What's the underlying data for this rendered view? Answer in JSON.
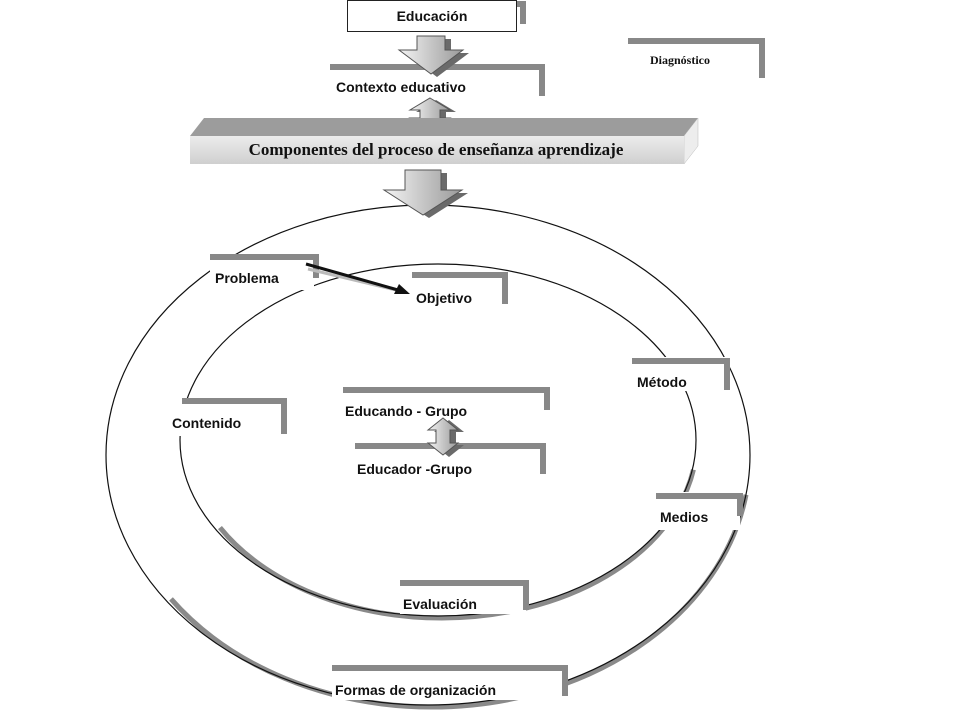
{
  "labels": {
    "educacion": "Educación",
    "diagnostico": "Diagnóstico",
    "contexto": "Contexto educativo",
    "componentes": "Componentes del proceso de enseñanza aprendizaje",
    "problema": "Problema",
    "objetivo": "Objetivo",
    "metodo": "Método",
    "contenido": "Contenido",
    "educando": "Educando - Grupo",
    "educador": "Educador -Grupo",
    "medios": "Medios",
    "evaluacion": "Evaluación",
    "formas": "Formas de organización"
  },
  "colors": {
    "frame": "#888888",
    "frame_dark": "#5a5a5a",
    "banner_face": "#d9d9d9",
    "banner_top": "#9e9e9e",
    "arrow_fill": "#c8c8c8",
    "line": "#111111"
  }
}
